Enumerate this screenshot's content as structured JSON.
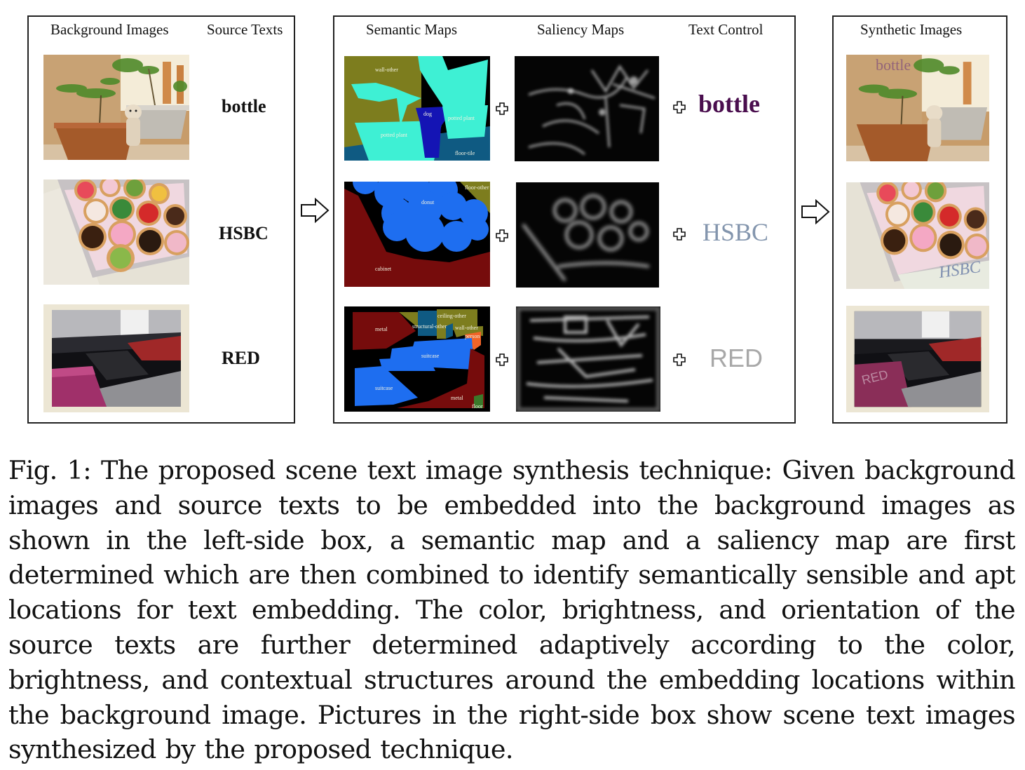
{
  "figure": {
    "left_box": {
      "headers": {
        "background_images": "Background Images",
        "source_texts": "Source Texts"
      },
      "rows": [
        {
          "background_image": "potted plants with dog on patio",
          "source_text": "bottle"
        },
        {
          "background_image": "tray of colorful donuts on white cabinet",
          "source_text": "HSBC"
        },
        {
          "background_image": "luggage on airport baggage carousel",
          "source_text": "RED"
        }
      ]
    },
    "middle_box": {
      "headers": {
        "semantic_maps": "Semantic Maps",
        "saliency_maps": "Saliency Maps",
        "text_control": "Text Control"
      },
      "rows": [
        {
          "semantic_labels": [
            "wall-other",
            "dog",
            "potted plant",
            "potted plant",
            "floor-tile"
          ],
          "text_control": {
            "text": "bottle",
            "color": "#4a0e4e",
            "style": "bold serif"
          }
        },
        {
          "semantic_labels": [
            "floor-other",
            "donut",
            "cabinet"
          ],
          "text_control": {
            "text": "HSBC",
            "color": "#8395ad",
            "style": "serif"
          }
        },
        {
          "semantic_labels": [
            "ceiling-other",
            "structural-other",
            "wall-other",
            "metal",
            "person",
            "suitcase",
            "suitcase",
            "metal",
            "floor"
          ],
          "text_control": {
            "text": "RED",
            "color": "#a8a8a8",
            "style": "sans-serif"
          }
        }
      ],
      "operator_icon": "plus-icon"
    },
    "right_box": {
      "headers": {
        "synthetic_images": "Synthetic Images"
      },
      "rows": [
        {
          "embedded_text": "bottle"
        },
        {
          "embedded_text": "HSBC"
        },
        {
          "embedded_text": "RED"
        }
      ]
    },
    "flow_icon": "arrow-right-icon",
    "colors": {
      "seg_wall_olive": "#7d7d1e",
      "seg_plant_cyan": "#3ef0d4",
      "seg_dog_blue": "#1414b4",
      "seg_floor_teal": "#0f5a82",
      "seg_cabinet_red": "#760c0c",
      "seg_donut_blue": "#1e6ef0",
      "seg_person_orange": "#f06428"
    }
  },
  "caption": {
    "label": "Fig. 1:",
    "text": "The proposed scene text image synthesis technique: Given background images and source texts to be embedded into the background images as shown in the left-side box, a semantic map and a saliency map are first determined which are then combined to identify semantically sensible and apt locations for text embedding. The color, brightness, and orientation of the source texts are further determined adaptively according to the color, brightness, and contextual structures around the embedding locations within the background image. Pictures in the right-side box show scene text images synthesized by the proposed technique."
  }
}
